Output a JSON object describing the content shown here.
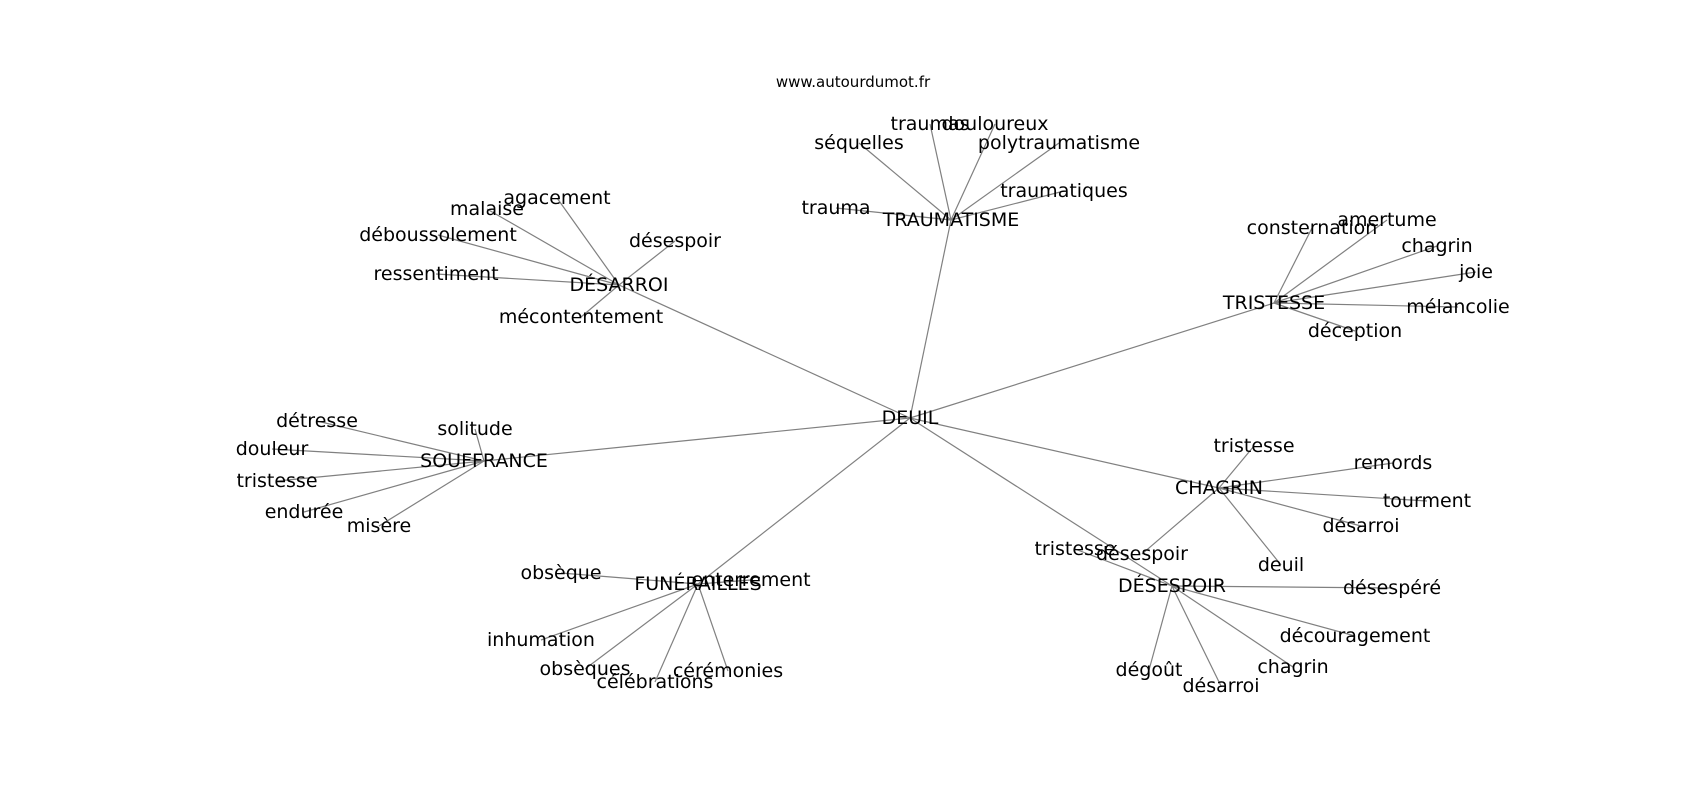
{
  "source": "www.autourdumot.fr",
  "center": "DEUIL",
  "clusters": [
    {
      "hub": "TRAUMATISME",
      "words": [
        "traumas",
        "douloureux",
        "séquelles",
        "polytraumatisme",
        "trauma",
        "traumatiques"
      ]
    },
    {
      "hub": "DÉSARROI",
      "words": [
        "agacement",
        "malaise",
        "déboussolement",
        "désespoir",
        "ressentiment",
        "mécontentement"
      ]
    },
    {
      "hub": "TRISTESSE",
      "words": [
        "consternation",
        "amertume",
        "chagrin",
        "joie",
        "mélancolie",
        "déception"
      ]
    },
    {
      "hub": "SOUFFRANCE",
      "words": [
        "détresse",
        "solitude",
        "douleur",
        "tristesse",
        "endurée",
        "misère"
      ]
    },
    {
      "hub": "CHAGRIN",
      "words": [
        "tristesse",
        "remords",
        "tourment",
        "désarroi",
        "deuil",
        "désespoir"
      ]
    },
    {
      "hub": "FUNÉRAILLES",
      "words": [
        "obsèque",
        "enterrement",
        "inhumation",
        "obsèques",
        "célébrations",
        "cérémonies"
      ]
    },
    {
      "hub": "DÉSESPOIR",
      "words": [
        "tristesse",
        "désespéré",
        "découragement",
        "chagrin",
        "désarroi",
        "dégoût"
      ]
    }
  ]
}
